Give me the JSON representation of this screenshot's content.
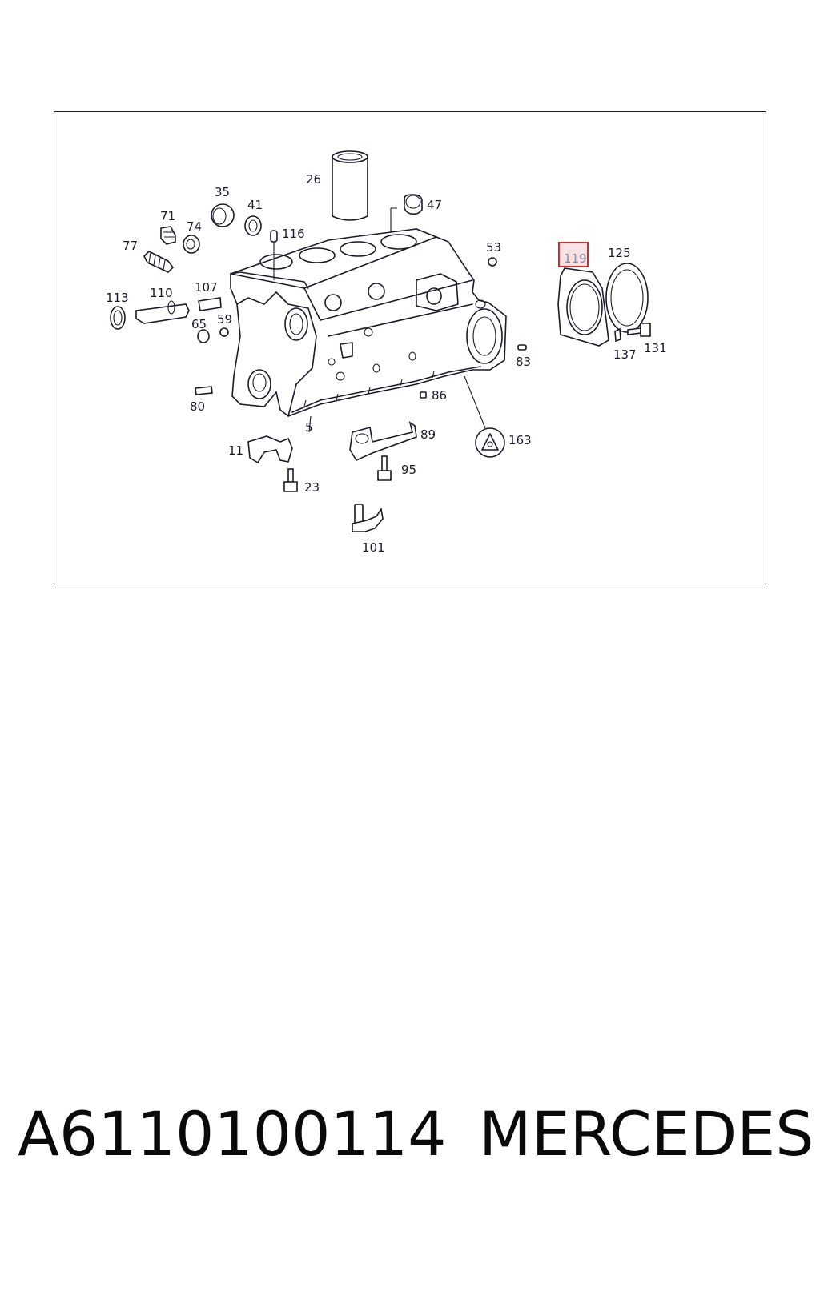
{
  "diagram": {
    "labels": {
      "p26": "26",
      "p47": "47",
      "p35": "35",
      "p41": "41",
      "p71": "71",
      "p74": "74",
      "p116": "116",
      "p77": "77",
      "p53": "53",
      "p119": "119",
      "p125": "125",
      "p113": "113",
      "p110": "110",
      "p107": "107",
      "p65": "65",
      "p59": "59",
      "p137": "137",
      "p131": "131",
      "p83": "83",
      "p86": "86",
      "p80": "80",
      "p5": "5",
      "p89": "89",
      "p163": "163",
      "p11": "11",
      "p95": "95",
      "p23": "23",
      "p101": "101"
    },
    "highlighted_part": "119",
    "highlight_color": "#d42a2a"
  },
  "caption": {
    "part_number": "A6110100114",
    "brand": "MERCEDES"
  }
}
